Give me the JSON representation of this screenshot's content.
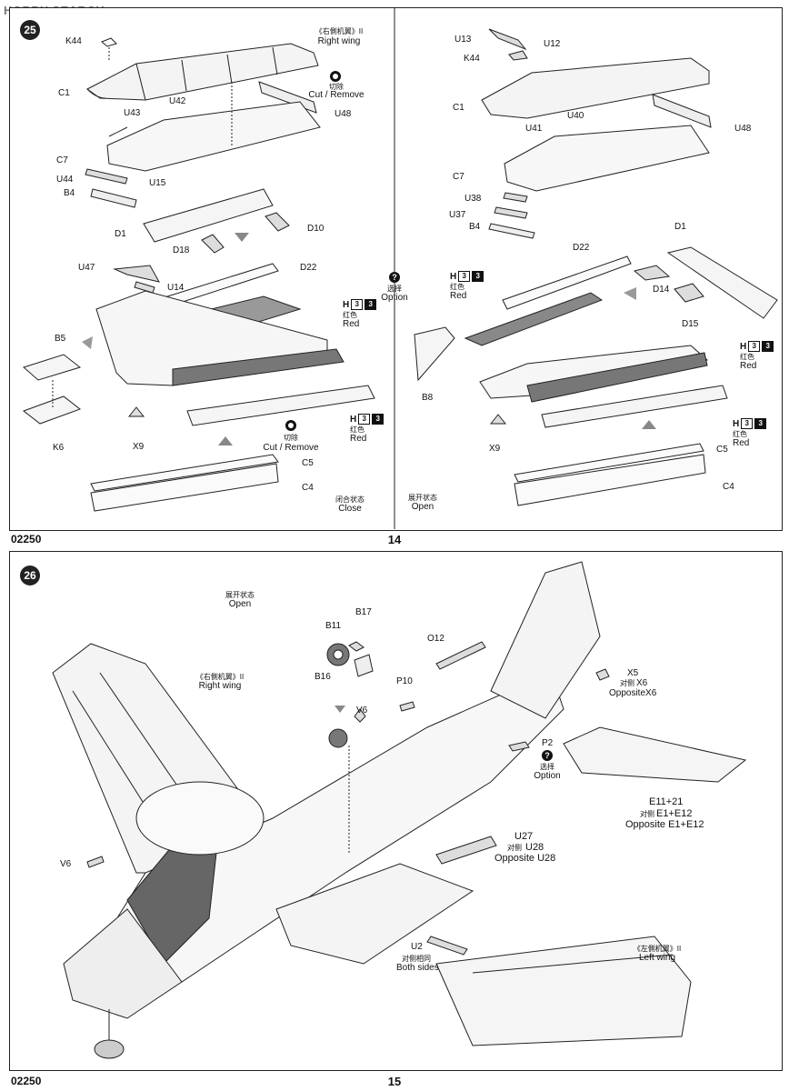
{
  "watermark": "HOBBY SEARCH",
  "page14": {
    "number": "14",
    "code": "02250",
    "step": "25",
    "left": {
      "right_wing_cn": "《右側机翼》II",
      "right_wing_en": "Right wing",
      "cut_cn": "切除",
      "cut_en": "Cut / Remove",
      "cut2_cn": "切除",
      "cut2_en": "Cut / Remove",
      "state_cn": "闭合状态",
      "state_en": "Close",
      "red_cn": "红色",
      "red_en": "Red",
      "red2_cn": "红色",
      "red2_en": "Red",
      "paint": "H",
      "paint_num": "3",
      "parts": {
        "K44": "K44",
        "C1": "C1",
        "U43": "U43",
        "U42": "U42",
        "U48": "U48",
        "C7": "C7",
        "U44": "U44",
        "U15": "U15",
        "B4": "B4",
        "D1": "D1",
        "D10": "D10",
        "D18": "D18",
        "U47": "U47",
        "U14": "U14",
        "D22": "D22",
        "B5": "B5",
        "K6": "K6",
        "X9": "X9",
        "C5": "C5",
        "C4": "C4"
      }
    },
    "option_cn": "选择",
    "option_en": "Option",
    "right": {
      "state_cn": "展开状态",
      "state_en": "Open",
      "red_cn": "红色",
      "red_en": "Red",
      "red2_cn": "红色",
      "red2_en": "Red",
      "red3_cn": "红色",
      "red3_en": "Red",
      "paint": "H",
      "paint_num": "3",
      "parts": {
        "U13": "U13",
        "U12": "U12",
        "K44": "K44",
        "C1": "C1",
        "U41": "U41",
        "U40": "U40",
        "U48": "U48",
        "C7": "C7",
        "U38": "U38",
        "U37": "U37",
        "B4": "B4",
        "D1": "D1",
        "D22": "D22",
        "D14": "D14",
        "D15": "D15",
        "B8": "B8",
        "X9": "X9",
        "C5": "C5",
        "C4": "C4"
      }
    }
  },
  "page15": {
    "number": "15",
    "code": "02250",
    "step": "26",
    "state_cn": "展开状态",
    "state_en": "Open",
    "right_wing_cn": "《右側机翼》II",
    "right_wing_en": "Right wing",
    "left_wing_cn": "《左側机翼》II",
    "left_wing_en": "Left wing",
    "opp_cn": "对侧",
    "both_cn": "对侧相同",
    "both_en": "Both sides",
    "option_cn": "选择",
    "option_en": "Option",
    "x6": "X6",
    "x6_en": "OppositeX6",
    "e_main": "E11+21",
    "e_opp": "E1+E12",
    "e_opp_en": "Opposite E1+E12",
    "u28": "U28",
    "u28_en": "Opposite U28",
    "parts": {
      "B17": "B17",
      "B11": "B11",
      "B16": "B16",
      "O12": "O12",
      "X5": "X5",
      "P10": "P10",
      "V6": "V6",
      "P2": "P2",
      "V6b": "V6",
      "U27": "U27",
      "U2": "U2"
    }
  }
}
